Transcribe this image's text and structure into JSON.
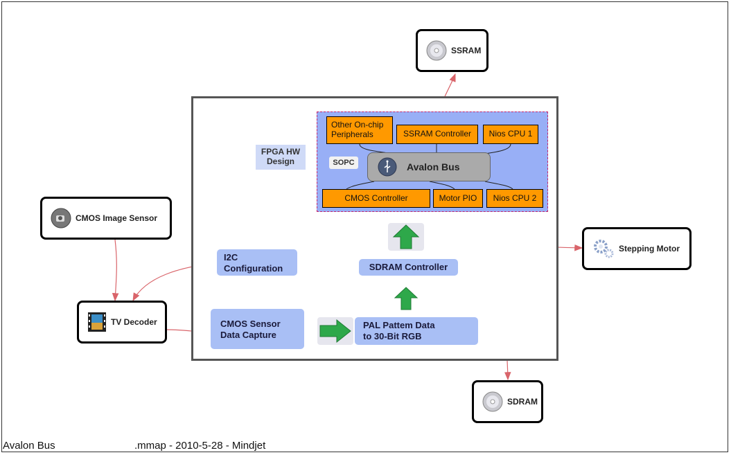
{
  "external": {
    "ssram": "SSRAM",
    "cmos_image_sensor": "CMOS Image Sensor",
    "stepping_motor": "Stepping Motor",
    "tv_decoder": "TV Decoder",
    "sdram": "SDRAM"
  },
  "fpga": {
    "label_line1": "FPGA HW",
    "label_line2": "Design",
    "sopc_label": "SOPC",
    "bus": {
      "title": "Avalon Bus",
      "top": [
        {
          "line1": "Other On-chip",
          "line2": "Peripherals"
        },
        {
          "label": "SSRAM Controller"
        },
        {
          "label": "Nios CPU 1"
        }
      ],
      "bottom": [
        {
          "label": "CMOS Controller"
        },
        {
          "label": "Motor PIO"
        },
        {
          "label": "Nios CPU 2"
        }
      ]
    },
    "i2c": {
      "line1": "I2C",
      "line2": "Configuration"
    },
    "sdram_controller": "SDRAM Controller",
    "cmos_capture": {
      "line1": "CMOS Sensor",
      "line2": "Data Capture"
    },
    "pal_convert": {
      "line1": "PAL Pattem Data",
      "line2": "to 30-Bit RGB"
    }
  },
  "footer": {
    "left": "Avalon Bus",
    "right": ".mmap - 2010-5-28 - Mindjet"
  },
  "colors": {
    "connector": "#d9646a",
    "peripheral": "#ff9900",
    "module": "#a9bff5",
    "sopc_bg": "#98aff6",
    "arrow_green": "#2ea84a"
  }
}
